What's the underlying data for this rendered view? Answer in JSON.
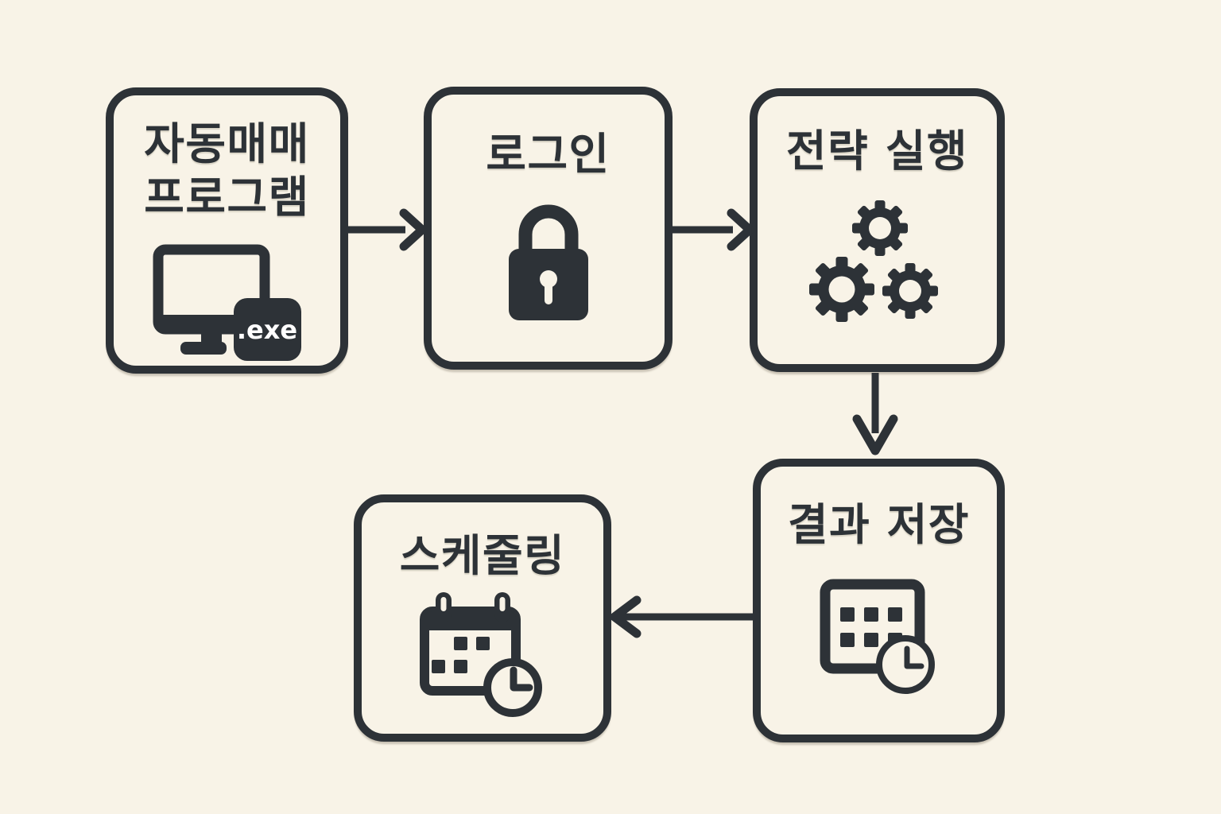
{
  "page": {
    "background_color": "#f8f3e7",
    "ink_color": "#2d3237"
  },
  "nodes": {
    "program": {
      "title_line1": "자동매매",
      "title_line2": "프로그램",
      "badge_label": ".exe",
      "icon": "monitor-exe-icon"
    },
    "login": {
      "title": "로그인",
      "icon": "lock-icon"
    },
    "strategy": {
      "title": "전략 실행",
      "icon": "gears-icon"
    },
    "save": {
      "title": "결과 저장",
      "icon": "calendar-grid-clock-icon"
    },
    "scheduling": {
      "title": "스케줄링",
      "icon": "calendar-rings-clock-icon"
    }
  },
  "edges": [
    {
      "from": "자동매매 프로그램",
      "to": "로그인",
      "direction": "right"
    },
    {
      "from": "로그인",
      "to": "전략 실행",
      "direction": "right"
    },
    {
      "from": "전략 실행",
      "to": "결과 저장",
      "direction": "down"
    },
    {
      "from": "결과 저장",
      "to": "스케줄링",
      "direction": "left"
    }
  ]
}
